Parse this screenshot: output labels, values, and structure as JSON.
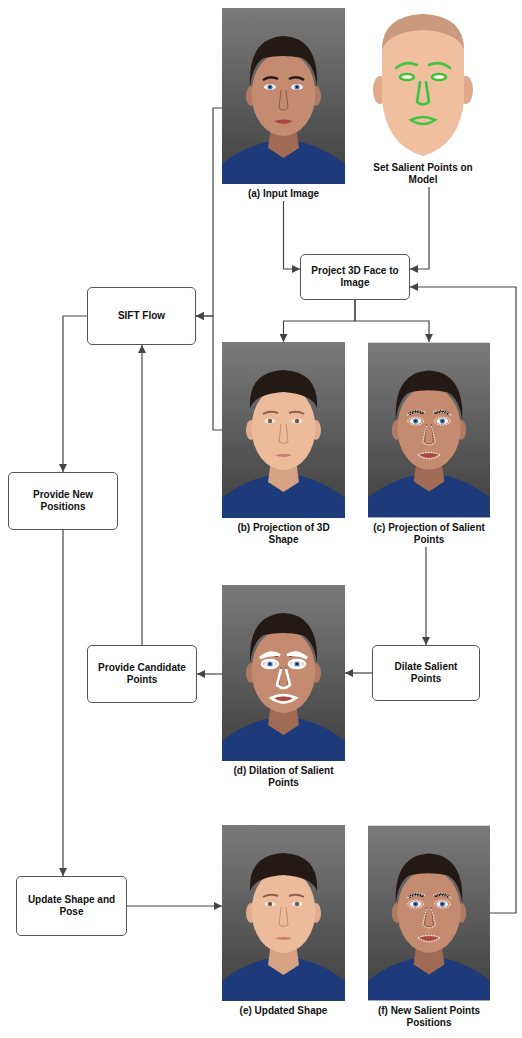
{
  "diagram": {
    "nodes": [
      {
        "text": [
          "(a) Input Image"
        ]
      },
      {
        "text": [
          "Set Salient Points on Model"
        ]
      },
      {
        "text": [
          "SIFT Flow"
        ]
      },
      {
        "text": [
          "Project 3D Face to Image"
        ]
      },
      {
        "text": [
          "(b) Projection of 3D Shape"
        ]
      },
      {
        "text": [
          "(c) Projection of Salient Points"
        ]
      },
      {
        "text": [
          "Provide New Positions"
        ]
      },
      {
        "text": [
          "Provide Candidate Points"
        ]
      },
      {
        "text": [
          "Dilate Salient Points"
        ]
      },
      {
        "text": [
          "(d) Dilation of Salient Points"
        ]
      },
      {
        "text": [
          "Update Shape and Pose"
        ]
      },
      {
        "text": [
          "(e) Updated Shape"
        ]
      },
      {
        "text": [
          "(f) New Salient Points Positions"
        ]
      }
    ],
    "edges": [
      {
        "from": 0,
        "to": 3,
        "arrow": "to"
      },
      {
        "from": 1,
        "to": 3,
        "arrow": "to"
      },
      {
        "from": 0,
        "to": 2,
        "arrow": "to"
      },
      {
        "from": 4,
        "to": 2,
        "arrow": "to"
      },
      {
        "from": 3,
        "to": 4,
        "arrow": "to"
      },
      {
        "from": 3,
        "to": 5,
        "arrow": "to"
      },
      {
        "from": 2,
        "to": 6,
        "arrow": "to"
      },
      {
        "from": 6,
        "to": 10,
        "arrow": "to"
      },
      {
        "from": 5,
        "to": 8,
        "arrow": "to"
      },
      {
        "from": 8,
        "to": 9,
        "arrow": "to"
      },
      {
        "from": 9,
        "to": 7,
        "arrow": "to"
      },
      {
        "from": 7,
        "to": 2,
        "arrow": "to"
      },
      {
        "from": 10,
        "to": 11,
        "arrow": "to"
      },
      {
        "from": 12,
        "to": 3,
        "arrow": "to"
      }
    ]
  }
}
